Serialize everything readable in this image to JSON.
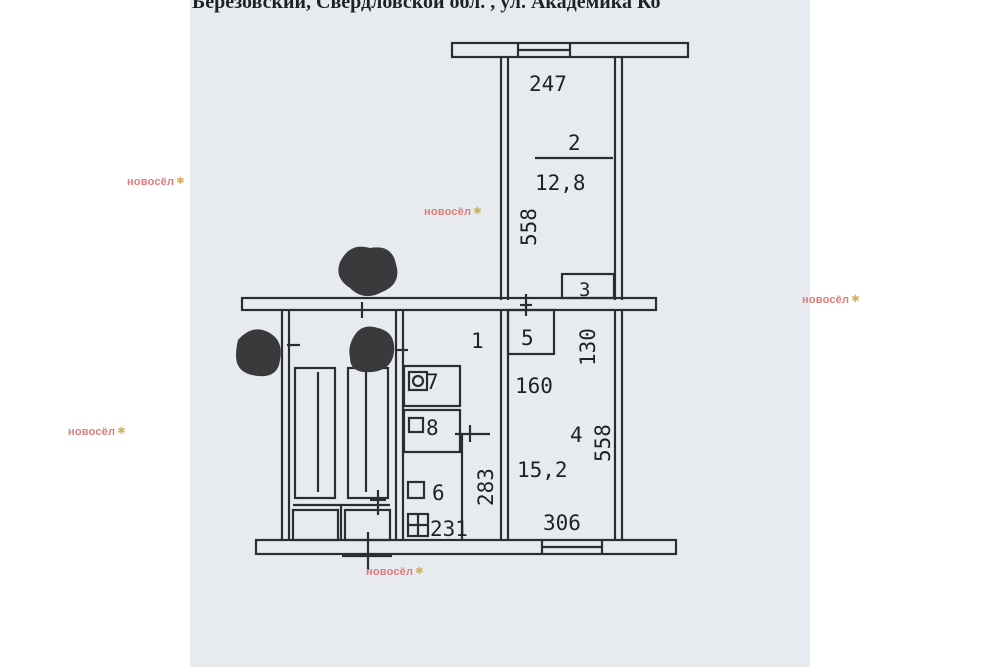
{
  "header": {
    "text": "Березовский, Свердловской обл. , ул. Академика Ко"
  },
  "rooms": {
    "room_2": {
      "number": "2",
      "area": "12,8",
      "width": "247",
      "length": "558"
    },
    "room_4": {
      "number": "4",
      "area": "15,2",
      "width": "306",
      "length": "558",
      "depth": "160"
    },
    "room_1": {
      "number": "1"
    },
    "room_3": {
      "number": "3"
    },
    "room_5": {
      "number": "5",
      "dim": "130"
    },
    "room_6": {
      "number": "6",
      "dim_w": "231",
      "dim_h": "283"
    },
    "room_7": {
      "number": "7"
    },
    "room_8": {
      "number": "8"
    }
  },
  "watermark": {
    "text": "новосёл",
    "badge": "✱"
  },
  "colors": {
    "paper": "#e7ebef",
    "line": "#2a2d33",
    "blot": "#3a3a3c",
    "watermark": "#e07b7b"
  }
}
